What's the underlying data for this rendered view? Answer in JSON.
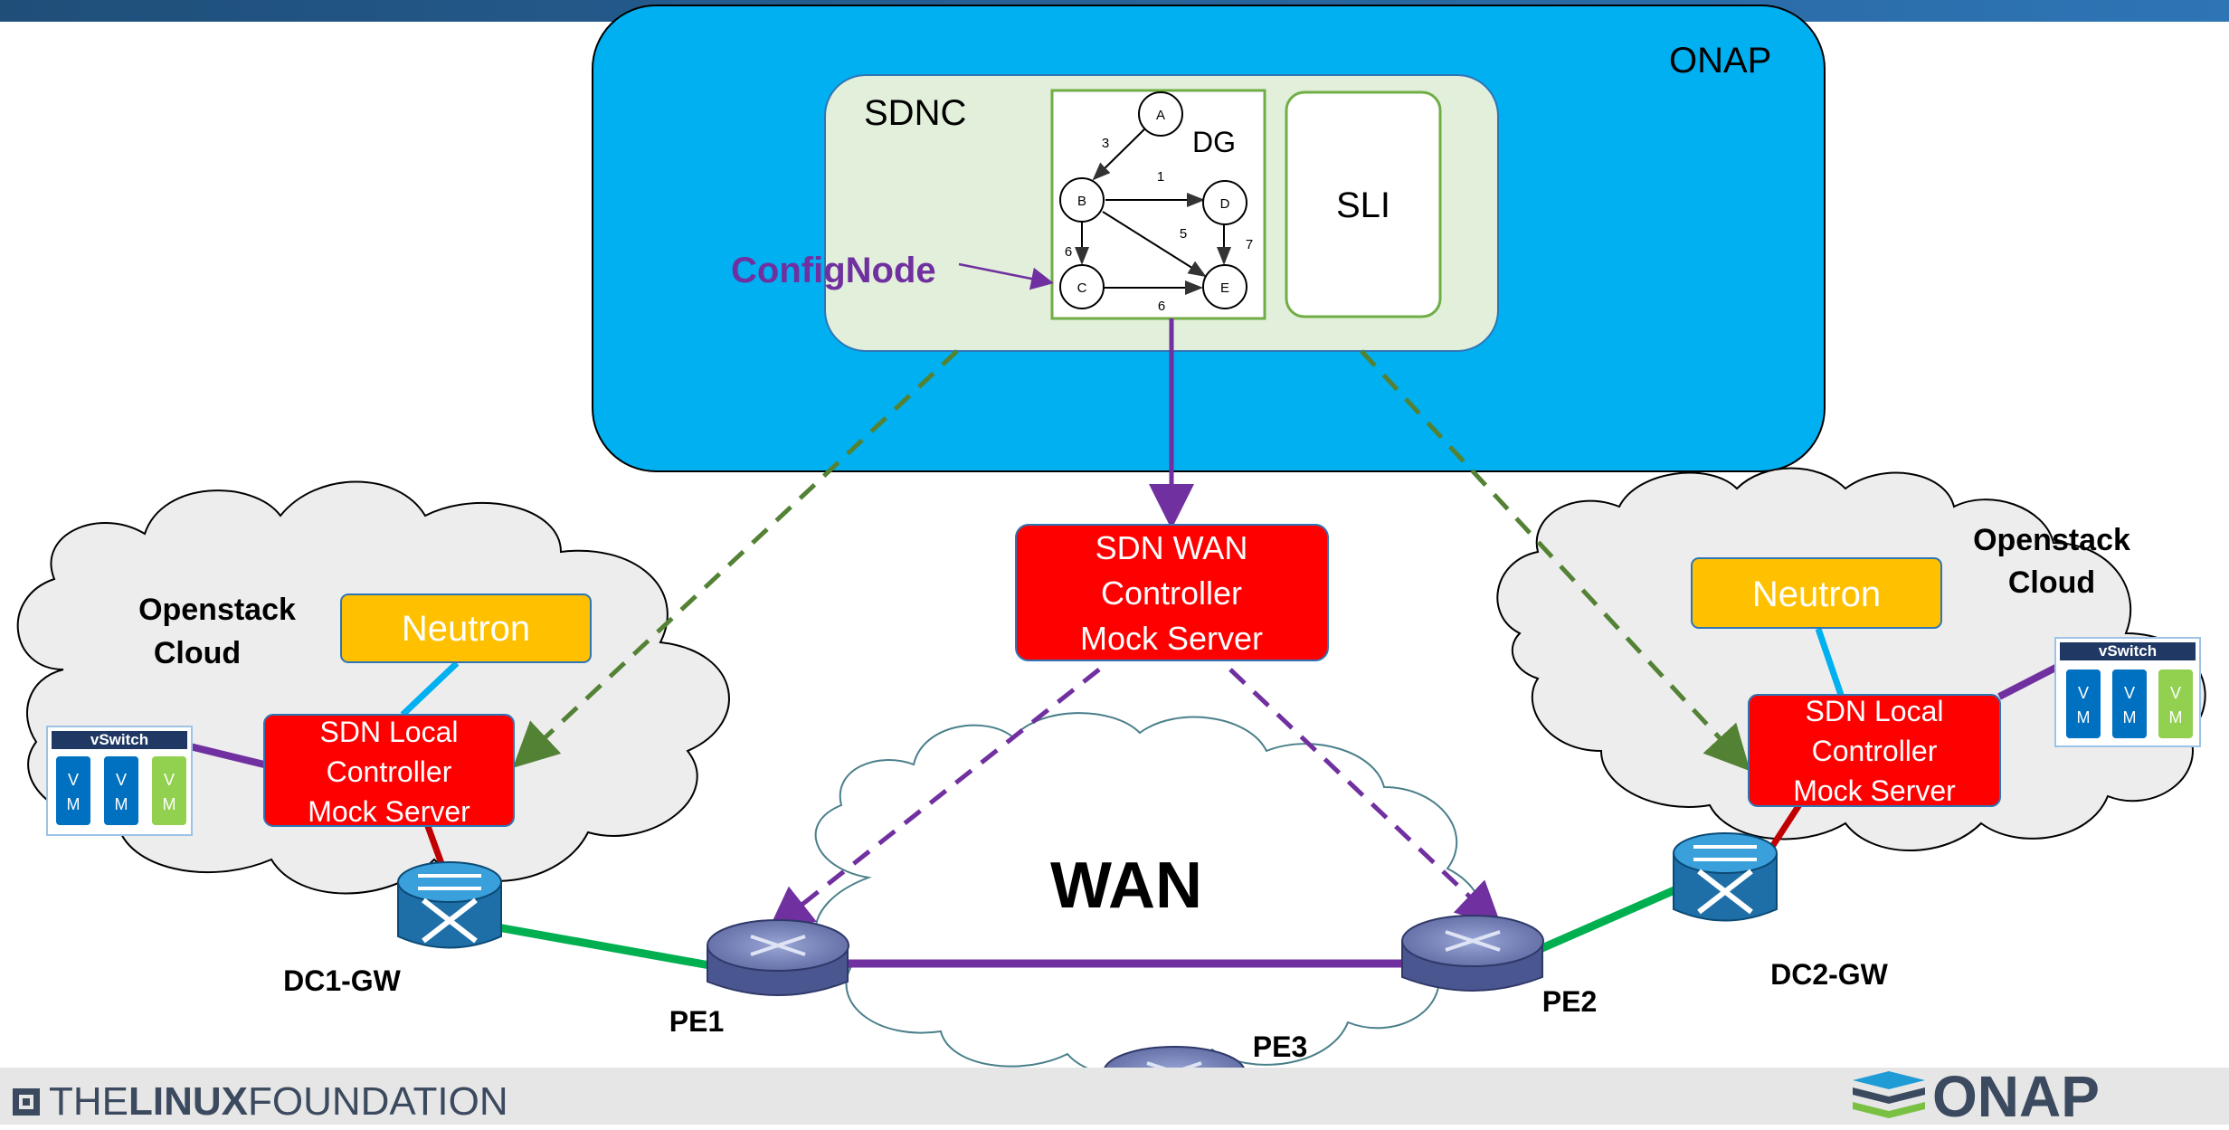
{
  "onap": {
    "label": "ONAP"
  },
  "sdnc": {
    "label": "SDNC"
  },
  "dg": {
    "label": "DG",
    "nodes": [
      "A",
      "B",
      "C",
      "D",
      "E"
    ],
    "edge_labels": [
      "3",
      "1",
      "6",
      "5",
      "7",
      "6"
    ]
  },
  "sli": {
    "label": "SLI"
  },
  "config_node": {
    "label": "ConfigNode"
  },
  "wan_controller": {
    "lines": [
      "SDN WAN",
      "Controller",
      "Mock Server"
    ]
  },
  "left_cloud": {
    "title_lines": [
      "Openstack",
      "Cloud"
    ],
    "neutron": "Neutron",
    "controller_lines": [
      "SDN Local",
      "Controller",
      "Mock Server"
    ],
    "vswitch": "vSwitch",
    "vm_label": [
      "V",
      "M"
    ]
  },
  "right_cloud": {
    "title_lines": [
      "Openstack",
      "Cloud"
    ],
    "neutron": "Neutron",
    "controller_lines": [
      "SDN Local",
      "Controller",
      "Mock Server"
    ],
    "vswitch": "vSwitch",
    "vm_label": [
      "V",
      "M"
    ]
  },
  "wan": {
    "label": "WAN"
  },
  "routers": {
    "pe1": "PE1",
    "pe2": "PE2",
    "pe3": "PE3"
  },
  "gateways": {
    "dc1": "DC1-GW",
    "dc2": "DC2-GW"
  },
  "footer": {
    "lf_the": "THE",
    "lf_linux": "LINUX",
    "lf_foundation": "FOUNDATION",
    "onap_logo": "ONAP"
  },
  "colors": {
    "onap_blue": "#00b0f0",
    "sdnc_green": "#e2efda",
    "controller_red": "#ff0000",
    "neutron_orange": "#ffc000",
    "purple_link": "#7030a0",
    "green_link": "#00b050",
    "dashed_green": "#548235",
    "cloud_gray": "#ededed"
  }
}
